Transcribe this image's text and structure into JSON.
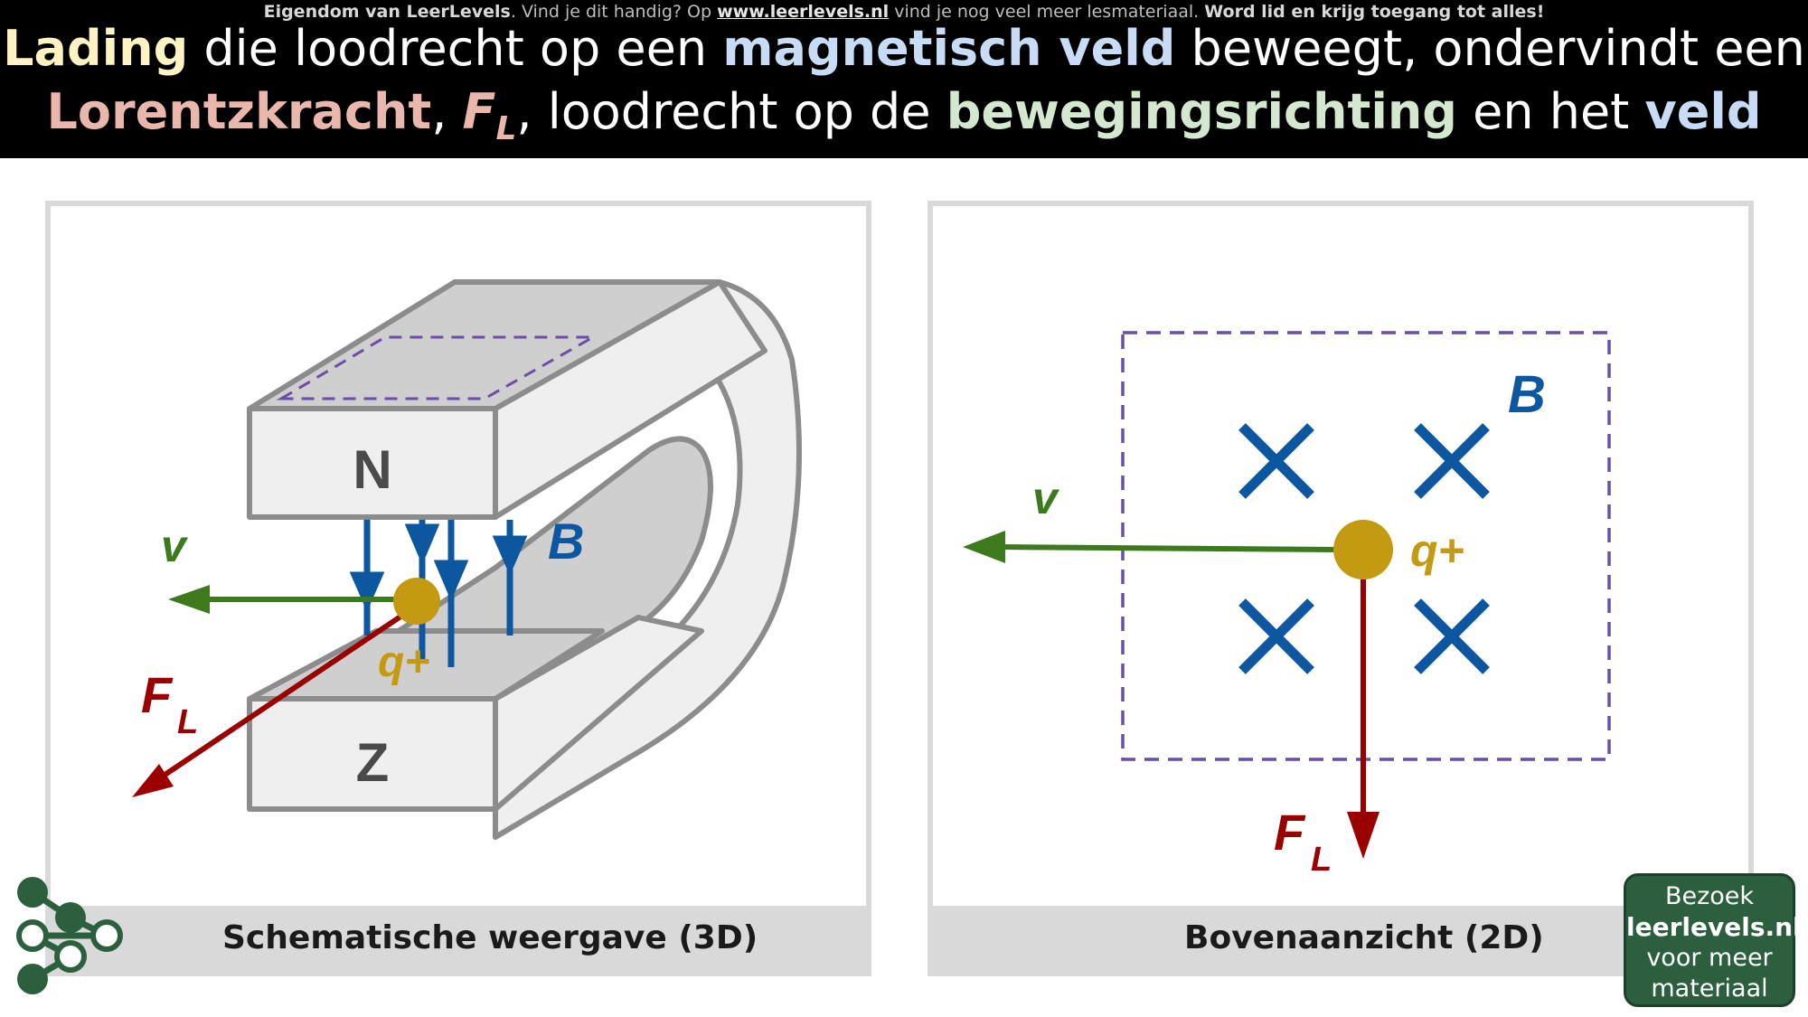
{
  "header": {
    "attribution": {
      "part1": "Eigendom van LeerLevels",
      "part2": ". Vind je dit handig? Op ",
      "link": "www.leerlevels.nl",
      "part3": " vind je nog veel meer lesmateriaal. ",
      "part4": "Word lid en krijg toegang tot alles!"
    },
    "title": {
      "w1": "Lading",
      "w2": " die loodrecht op een ",
      "w3": "magnetisch veld",
      "w4": " beweegt, ondervindt een",
      "w5": "Lorentzkracht",
      "w6": ", ",
      "fl_main": "F",
      "fl_sub": "L",
      "w7": ", loodrecht op de ",
      "w8": "bewegingsrichting",
      "w9": " en het ",
      "w10": "veld"
    }
  },
  "left_panel": {
    "caption": "Schematische weergave (3D)",
    "north_label": "N",
    "south_label": "Z",
    "velocity_label": "v",
    "field_label": "B",
    "charge_label": "q+",
    "force_label_main": "F",
    "force_label_sub": "L"
  },
  "right_panel": {
    "caption": "Bovenaanzicht (2D)",
    "velocity_label": "v",
    "field_label": "B",
    "charge_label": "q+",
    "force_label_main": "F",
    "force_label_sub": "L"
  },
  "visit_badge": {
    "line1": "Bezoek",
    "line2": "leerlevels.nl",
    "line3": "voor meer",
    "line4": "materiaal"
  },
  "colors": {
    "velocity": "#3d7a1e",
    "field": "#0d57a0",
    "charge": "#c49a12",
    "force": "#9b0000",
    "magnet_outline": "#8c8c8c",
    "magnet_fill": "#efefef",
    "dashed_area": "#6a4fa3"
  }
}
